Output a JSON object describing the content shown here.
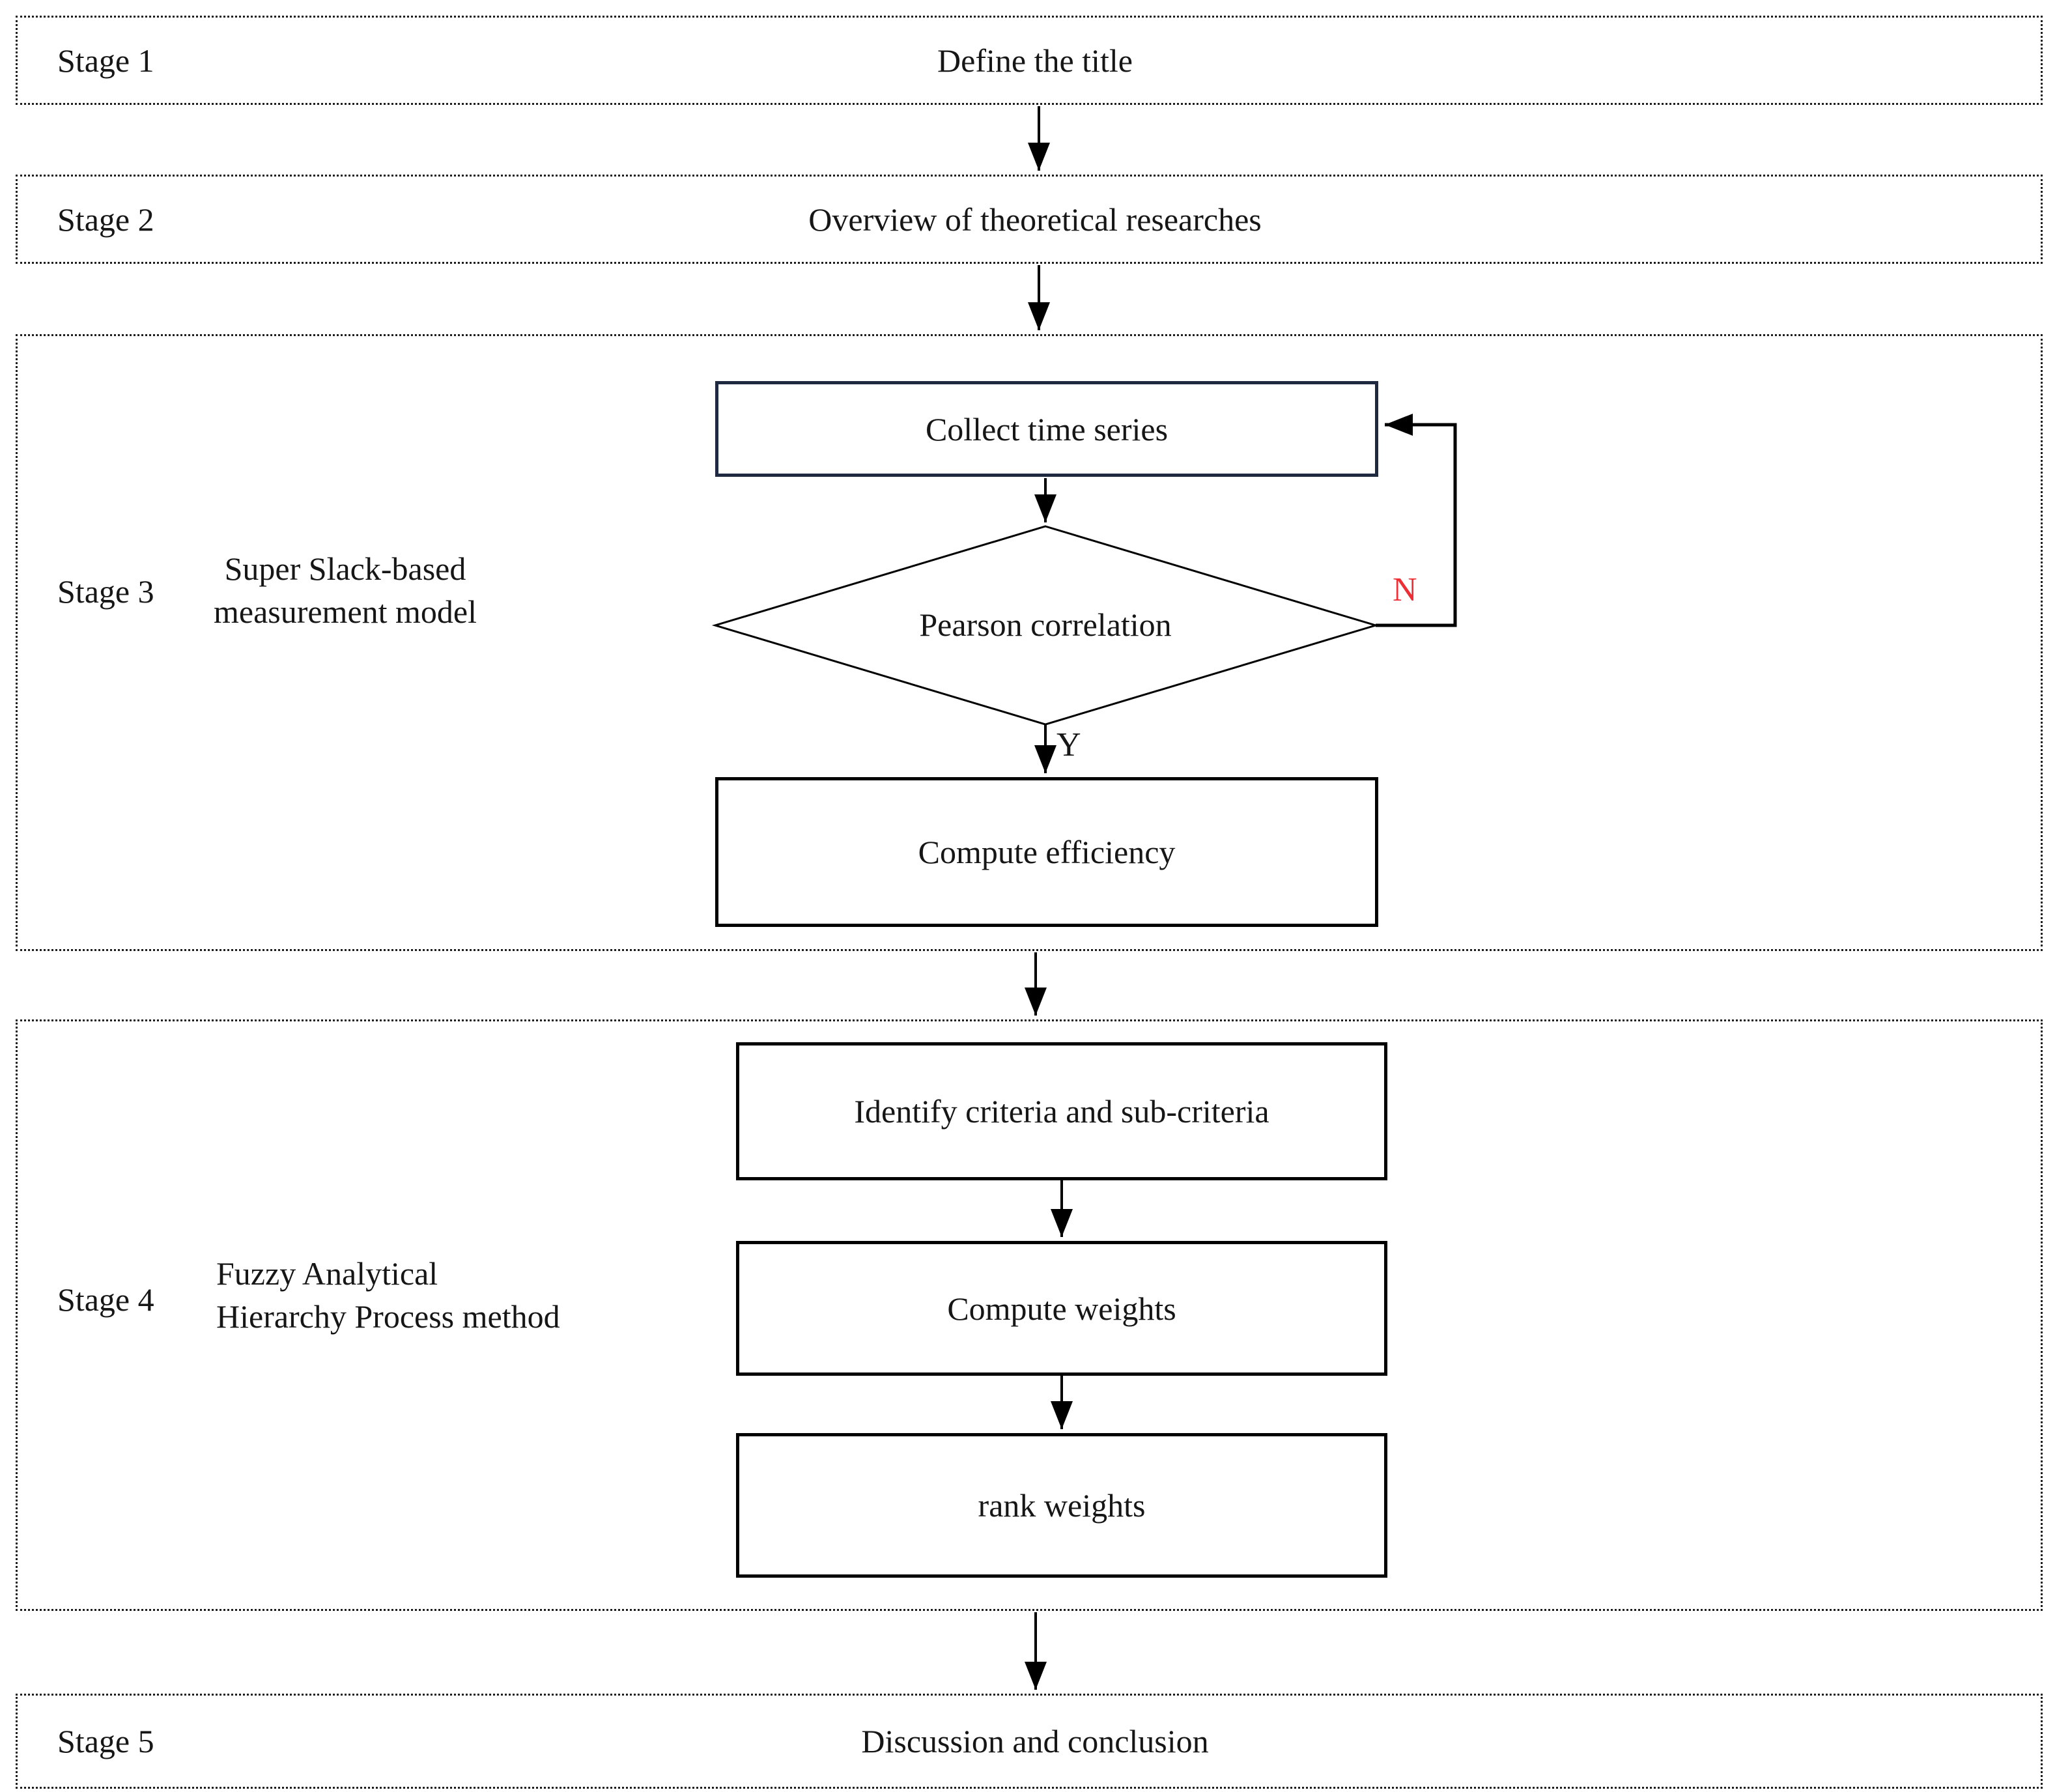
{
  "figure": {
    "background": "#ffffff",
    "line_color": "#000000",
    "dashed_border_color": "#1c1c1c",
    "collect_box_border": "#1f2a40",
    "no_label_color": "#ee2e34",
    "text_color": "#161616"
  },
  "stage1": {
    "label": "Stage 1",
    "title": "Define the title"
  },
  "stage2": {
    "label": "Stage 2",
    "title": "Overview of theoretical researches"
  },
  "stage3": {
    "label": "Stage 3",
    "side_title_line1": "Super Slack-based",
    "side_title_line2": "measurement model",
    "collect_box": "Collect time series",
    "decision": "Pearson correlation",
    "decision_no": "N",
    "decision_yes": "Y",
    "compute_box": "Compute efficiency"
  },
  "stage4": {
    "label": "Stage 4",
    "side_title_line1": "Fuzzy Analytical",
    "side_title_line2": "Hierarchy Process method",
    "boxes": [
      "Identify criteria and sub-criteria",
      "Compute weights",
      "rank weights"
    ]
  },
  "stage5": {
    "label": "Stage 5",
    "title": "Discussion and conclusion"
  }
}
